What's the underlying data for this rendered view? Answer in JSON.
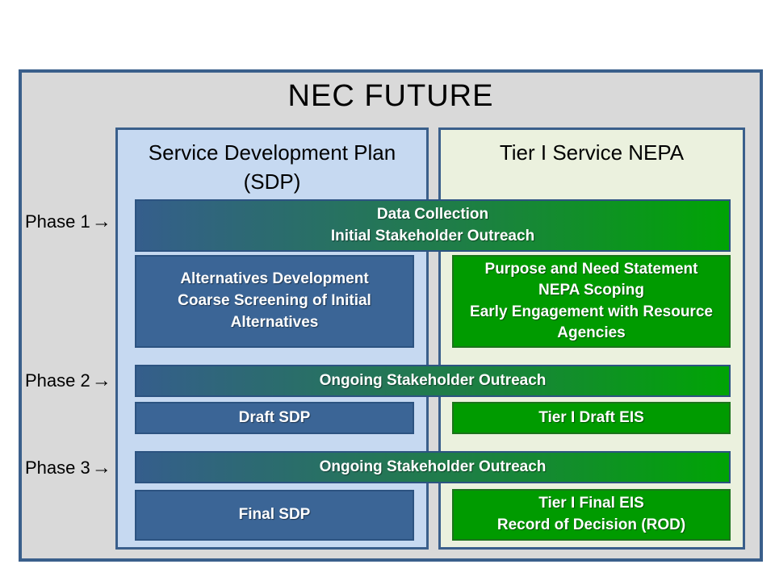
{
  "title": "NEC FUTURE",
  "columns": {
    "sdp": {
      "header_line1": "Service Development Plan",
      "header_line2": "(SDP)"
    },
    "nepa": {
      "header": "Tier I Service NEPA"
    }
  },
  "phases": [
    {
      "label": "Phase 1",
      "arrow": "→"
    },
    {
      "label": "Phase 2",
      "arrow": "→"
    },
    {
      "label": "Phase 3",
      "arrow": "→"
    }
  ],
  "boxes": {
    "data_collection": {
      "line1": "Data Collection",
      "line2": "Initial Stakeholder Outreach"
    },
    "alternatives": {
      "line1": "Alternatives Development",
      "line2": "Coarse Screening of Initial Alternatives"
    },
    "purpose_need": {
      "line1": "Purpose and Need Statement",
      "line2": "NEPA Scoping",
      "line3": "Early Engagement with Resource Agencies"
    },
    "ongoing_outreach_1": "Ongoing Stakeholder Outreach",
    "draft_sdp": "Draft SDP",
    "tier1_draft_eis": "Tier I Draft EIS",
    "ongoing_outreach_2": "Ongoing Stakeholder Outreach",
    "final_sdp": "Final SDP",
    "tier1_final_eis": {
      "line1": "Tier I Final EIS",
      "line2": "Record of Decision (ROD)"
    }
  },
  "colors": {
    "frame-bg": "#d9d9d9",
    "frame-border": "#3A5F8B",
    "sdp-col-bg": "#C6D9F1",
    "nepa-col-bg": "#EBF1DE",
    "blue-box": "#3B6596",
    "blue-box-border": "#2C5381",
    "green-box": "#009B00",
    "green-box-border": "#1B741B",
    "gradient-start": "#355E8C",
    "gradient-end": "#00A404"
  }
}
